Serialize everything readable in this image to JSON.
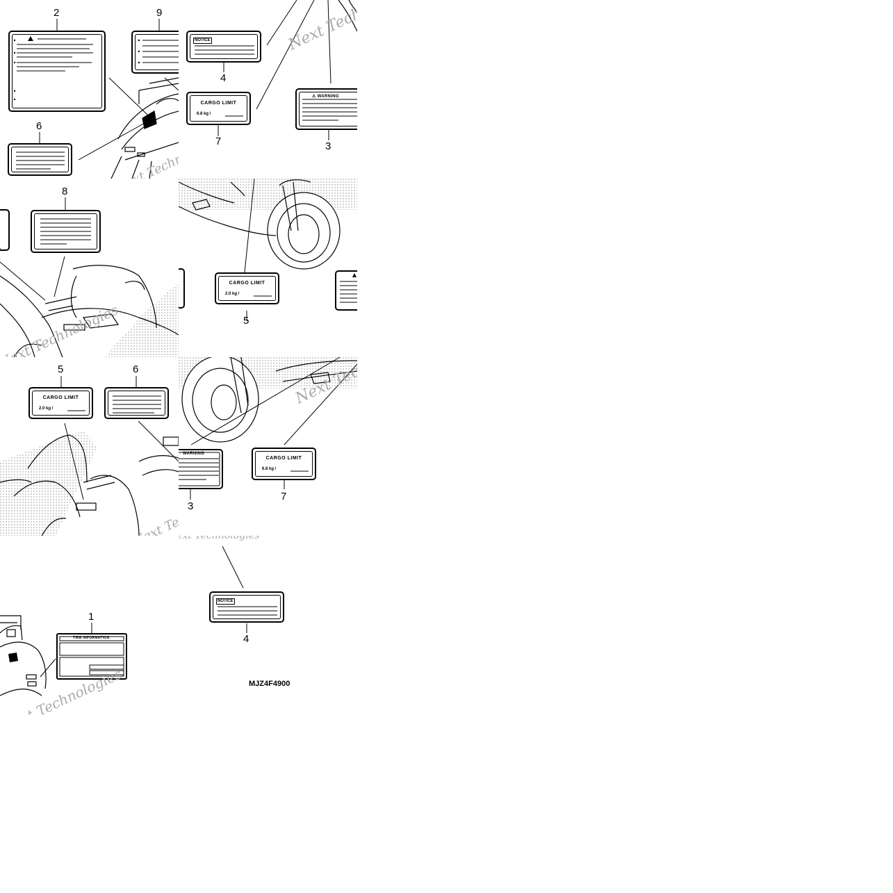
{
  "callouts": {
    "n1": "1",
    "n2": "2",
    "n3": "3",
    "n4": "4",
    "n5": "5",
    "n6": "6",
    "n7": "7",
    "n8": "8",
    "n9": "9"
  },
  "labels": {
    "cargo_title": "CARGO LIMIT",
    "cargo_rear": "6.8 kg /",
    "cargo_front": "2.0 kg /",
    "notice": "NOTICE",
    "warning": "WARNING",
    "tire_info": "TIRE INFORMATION"
  },
  "watermark": "Next Technologies",
  "diagram_code": "MJZ4F4900"
}
